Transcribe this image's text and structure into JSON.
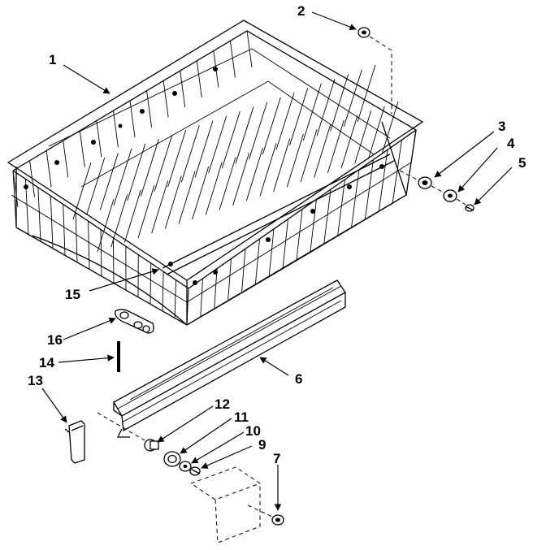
{
  "callouts": {
    "c1": "1",
    "c2": "2",
    "c3": "3",
    "c4": "4",
    "c5": "5",
    "c6": "6",
    "c7": "7",
    "c9": "9",
    "c10": "10",
    "c11": "11",
    "c12": "12",
    "c13": "13",
    "c14": "14",
    "c15": "15",
    "c16": "16"
  }
}
